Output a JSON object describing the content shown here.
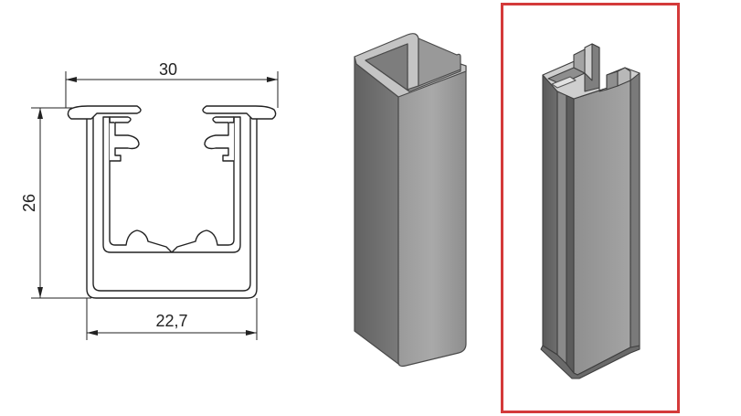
{
  "drawing": {
    "dims": {
      "top_width": "30",
      "height": "26",
      "bottom_width": "22,7"
    }
  },
  "colors": {
    "line": "#222222",
    "metal_dark": "#5e5e5e",
    "metal_mid": "#8c8c8c",
    "metal_light": "#b3b3b3",
    "highlight_frame": "#d43a3a"
  },
  "icons": {
    "cross_section": "profile-cross-section-icon",
    "u_profile": "u-channel-3d-icon",
    "complex_profile": "complex-profile-3d-icon"
  }
}
